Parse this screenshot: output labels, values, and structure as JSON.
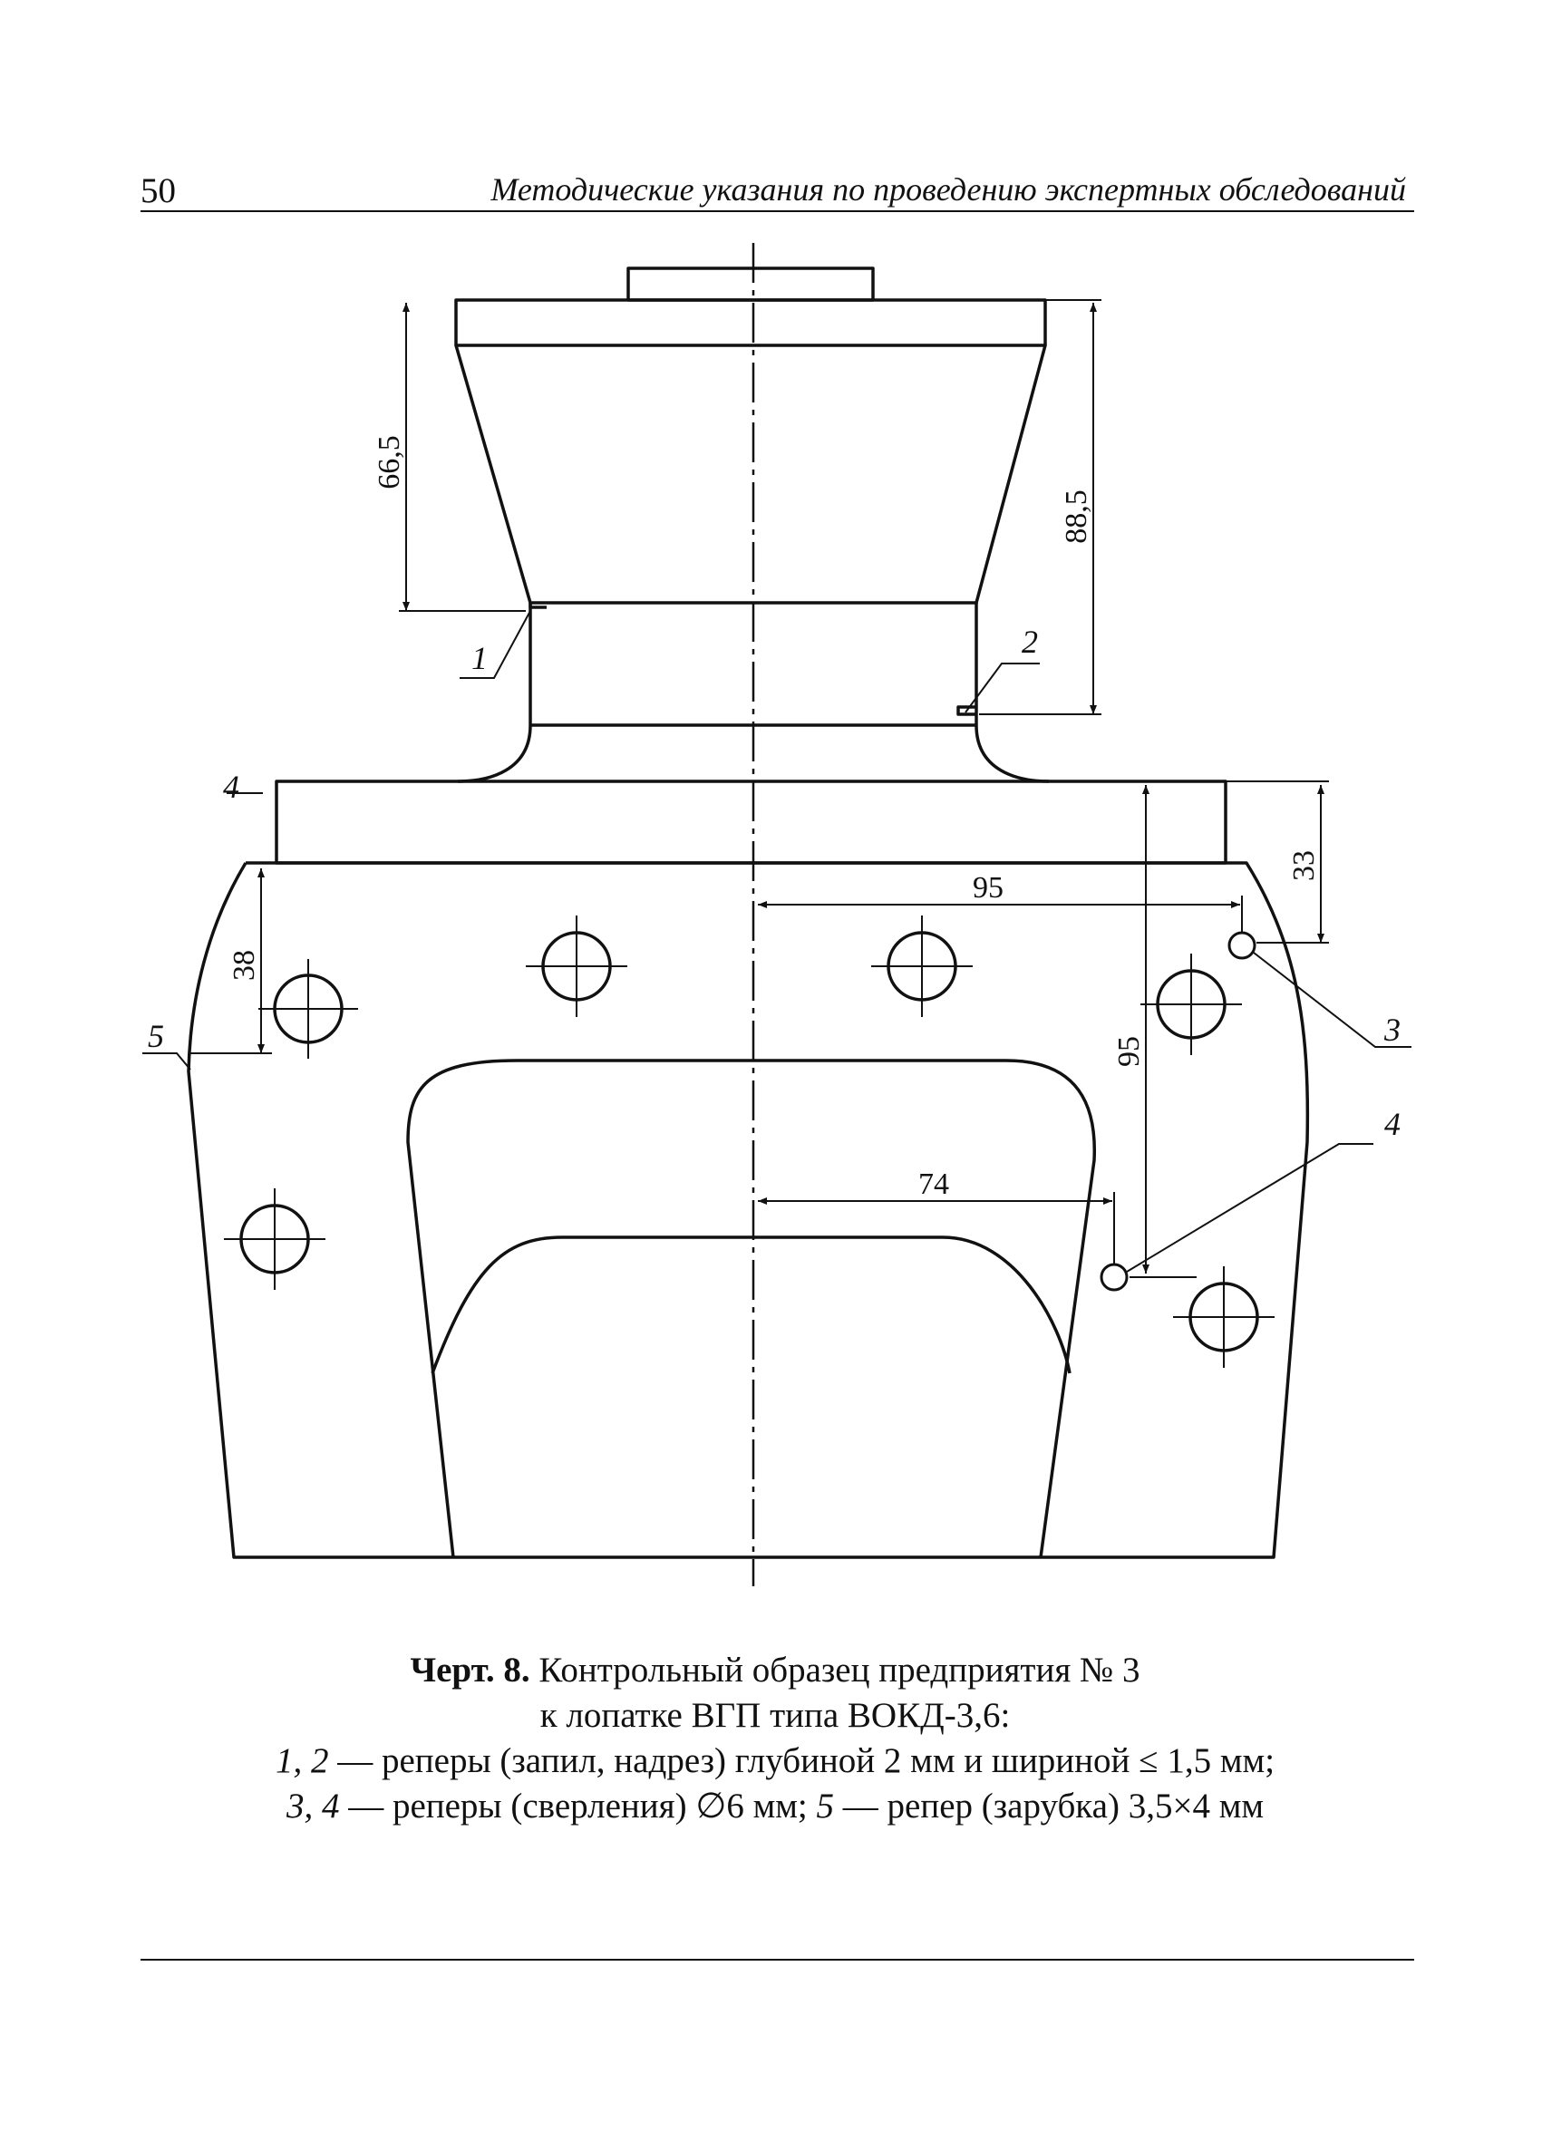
{
  "header": {
    "page_number": "50",
    "running_title": "Методические указания по проведению экспертных обследований"
  },
  "drawing": {
    "dimensions": {
      "d_66_5": "66,5",
      "d_88_5": "88,5",
      "d_33": "33",
      "d_95_h": "95",
      "d_38": "38",
      "d_95_v": "95",
      "d_74": "74"
    },
    "callouts": {
      "c1": "1",
      "c2": "2",
      "c3": "3",
      "c4a": "4",
      "c4b": "4",
      "c5": "5"
    }
  },
  "caption": {
    "figure_label": "Черт. 8.",
    "line1_text": " Контрольный образец предприятия № 3",
    "line2": "к лопатке ВГП типа ВОКД-3,6:",
    "line3_num": "1, 2",
    "line3_text": " — реперы (запил, надрез) глубиной 2 мм и шириной ≤ 1,5 мм;",
    "line4_num_a": "3, 4",
    "line4_text_a": " — реперы (сверления) ∅6 мм; ",
    "line4_num_b": "5",
    "line4_text_b": " — репер (зарубка) 3,5×4 мм"
  }
}
